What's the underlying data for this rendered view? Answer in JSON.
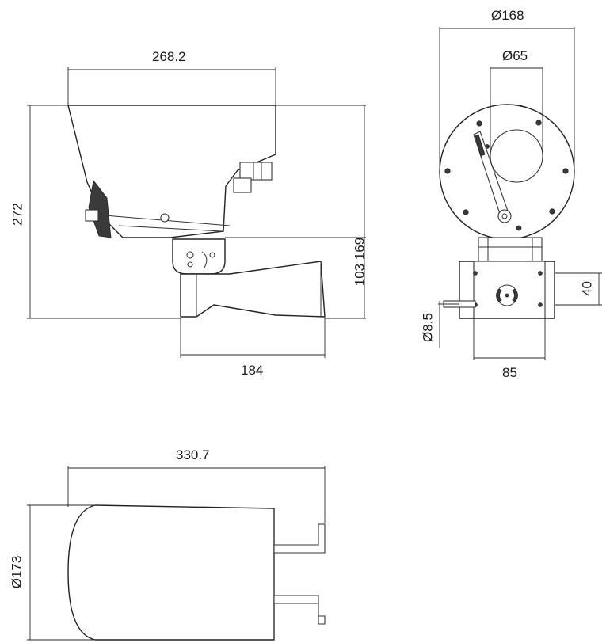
{
  "side_view": {
    "dimensions": {
      "housing_length": "268.2",
      "overall_height": "272",
      "bracket_height_pair": "103 169",
      "bracket_length": "184"
    }
  },
  "front_view": {
    "dimensions": {
      "housing_diameter": "Ø168",
      "window_diameter": "Ø65",
      "bracket_height": "40",
      "hole_diameter": "Ø8.5",
      "bracket_width": "85"
    }
  },
  "top_view": {
    "dimensions": {
      "overall_length": "330.7",
      "body_diameter": "Ø173"
    }
  }
}
